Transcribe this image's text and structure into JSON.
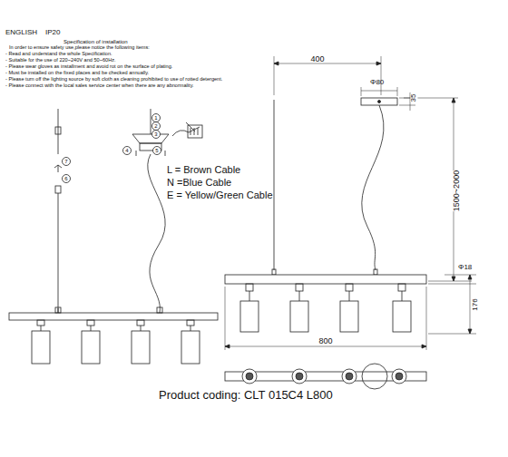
{
  "diagram": {
    "caption": "Product coding: CLT 015C4 L800",
    "labels": [
      "ENGLISH",
      "IP20",
      "Specification of installation",
      "In order to ensure safety use,please notice the following items:",
      "- Read and understand the whole Specification.",
      "- Suitable for the use of 220~240V and 50~60Hz.",
      "- Please wear gloves as installment and avoid rot on the surface of plating.",
      "- Must be installed on the fixed places and be checked annually.",
      "- Please turn off the lighting source by soft cloth as cleaning prohibited to use of rotted detergent.",
      "- Please connect with the local sales service center when there are any abnormality.",
      "L = Brown Cable",
      "N =Blue Cable",
      "E = Yellow/Green Cable",
      "400",
      "Φ80",
      "35",
      "1500~2000",
      "Φ18",
      "176",
      "800",
      "1",
      "2",
      "3",
      "4",
      "5",
      "6",
      "7"
    ]
  }
}
